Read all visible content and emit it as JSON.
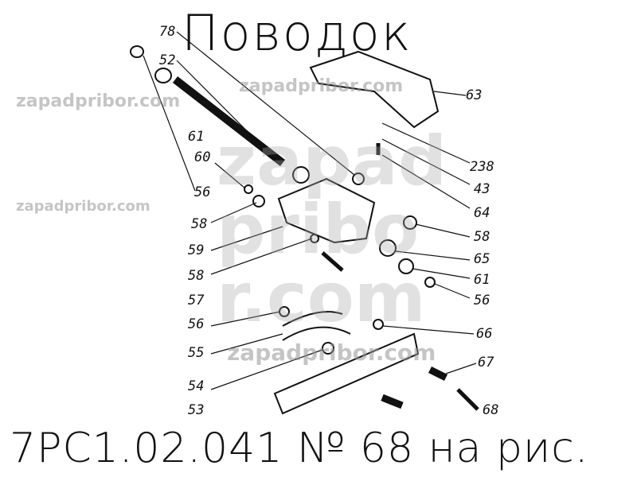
{
  "title": "Поводок",
  "caption": "7РС1.02.041 № 68 на рис.",
  "watermark": "zapadpribor.com",
  "labels_left": [
    "78",
    "52",
    "61",
    "60",
    "56",
    "58",
    "59",
    "58",
    "57",
    "56",
    "55",
    "54",
    "53"
  ],
  "labels_right": [
    "63",
    "238",
    "43",
    "64",
    "58",
    "65",
    "61",
    "56",
    "66",
    "67",
    "68"
  ]
}
